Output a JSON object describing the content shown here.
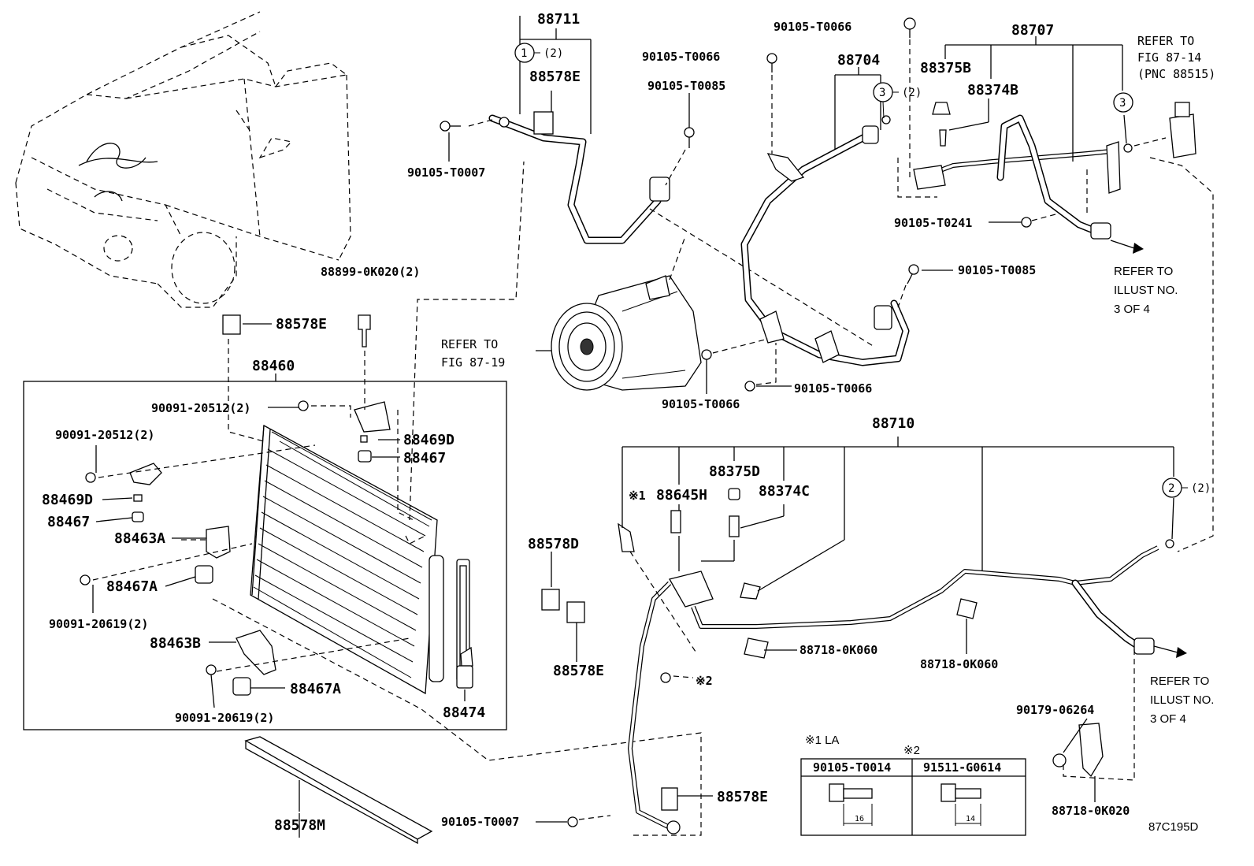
{
  "parts": {
    "p88711": "88711",
    "p88578E_top": "88578E",
    "p90105T0007_top": "90105-T0007",
    "p90105T0066_a": "90105-T0066",
    "p90105T0066_b": "90105-T0066",
    "p90105T0085_a": "90105-T0085",
    "p88704": "88704",
    "p88707": "88707",
    "p88375B": "88375B",
    "p88374B": "88374B",
    "p90105T0241": "90105-T0241",
    "p90105T0085_b": "90105-T0085",
    "p90105T0066_c": "90105-T0066",
    "p90105T0066_d": "90105-T0066",
    "p88899": "88899-0K020(2)",
    "p88578E_mid": "88578E",
    "p88460": "88460",
    "p90091_20512_a": "90091-20512(2)",
    "p90091_20512_b": "90091-20512(2)",
    "p88469D_a": "88469D",
    "p88467_a": "88467",
    "p88469D_b": "88469D",
    "p88467_b": "88467",
    "p88463A": "88463A",
    "p88467A_a": "88467A",
    "p90091_20619_a": "90091-20619(2)",
    "p88463B": "88463B",
    "p88467A_b": "88467A",
    "p90091_20619_b": "90091-20619(2)",
    "p88474": "88474",
    "p88578M": "88578M",
    "p88710": "88710",
    "p88645H": "88645H",
    "p88375D": "88375D",
    "p88374C": "88374C",
    "p88578D": "88578D",
    "p88578E_low": "88578E",
    "p88718_a": "88718-0K060",
    "p88718_b": "88718-0K060",
    "p90179": "90179-06264",
    "p88718_c": "88718-0K020",
    "p90105T0007_low": "90105-T0007",
    "p88578E_bot": "88578E"
  },
  "callouts": {
    "c1": "1",
    "c1_qty": "(2)",
    "c2": "2",
    "c2_qty": "(2)",
    "c3a": "3",
    "c3a_qty": "(2)",
    "c3b": "3",
    "mark1": "※1",
    "mark2": "※2"
  },
  "refs": {
    "fig8714_l1": "REFER TO",
    "fig8714_l2": "FIG 87-14",
    "fig8714_l3": "(PNC 88515)",
    "fig8719_l1": "REFER TO",
    "fig8719_l2": "FIG 87-19",
    "illust_a_l1": "REFER TO",
    "illust_a_l2": "ILLUST NO.",
    "illust_a_l3": "3 OF 4",
    "illust_b_l1": "REFER TO",
    "illust_b_l2": "ILLUST NO.",
    "illust_b_l3": "3 OF 4"
  },
  "legend": {
    "note1": "※1 LA",
    "note2": "※2",
    "col1": "90105-T0014",
    "col2": "91511-G0614",
    "dim1": "16",
    "dim2": "14"
  },
  "figure_code": "87C195D"
}
